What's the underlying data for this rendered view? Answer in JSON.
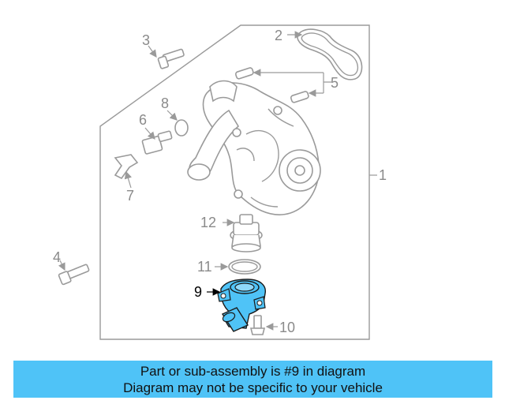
{
  "diagram": {
    "callouts": [
      "1",
      "2",
      "3",
      "4",
      "5",
      "6",
      "7",
      "8",
      "9",
      "10",
      "11",
      "12"
    ],
    "highlighted_part": "9",
    "colors": {
      "highlight": "#4fc3f7",
      "line": "#9a9a9a",
      "label": "#8a8a8a"
    }
  },
  "banner": {
    "line1": "Part or sub-assembly is #9 in diagram",
    "line2": "Diagram may not be specific to your vehicle",
    "background": "#4fc3f7"
  }
}
